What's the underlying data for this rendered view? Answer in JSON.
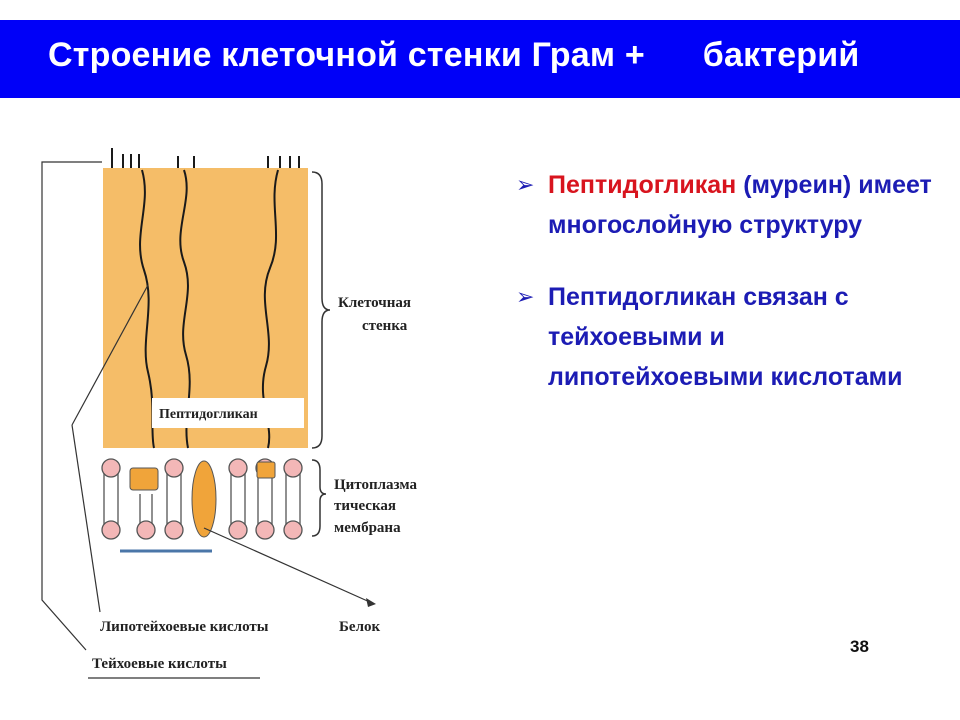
{
  "title": "Строение клеточной стенки Грам +      бактерий",
  "diagram": {
    "label_cell_wall_line1": "Клеточная",
    "label_cell_wall_line2": "стенка",
    "label_peptidoglycan": "Пептидогликан",
    "label_membrane_line1": "Цитоплазма",
    "label_membrane_line2": "тическая",
    "label_membrane_line3": "мембрана",
    "label_lipoteichoic": "Липотейхоевые кислоты",
    "label_protein": "Белок",
    "label_teichoic": "Тейхоевые кислоты"
  },
  "bullets": [
    {
      "highlight": "Пептидогликан",
      "rest": " (муреин) имеет многослойную структуру"
    },
    {
      "highlight": "",
      "rest": "Пептидогликан связан с тейхоевыми и липотейхоевыми кислотами"
    }
  ],
  "page_number": "38",
  "colors": {
    "title_bg": "#0000f8",
    "wall_fill": "#f5bd68",
    "bullet_text": "#1c1cb4",
    "highlight": "#d8141e"
  },
  "icons": {
    "bullet": "arrowhead-right-icon"
  }
}
